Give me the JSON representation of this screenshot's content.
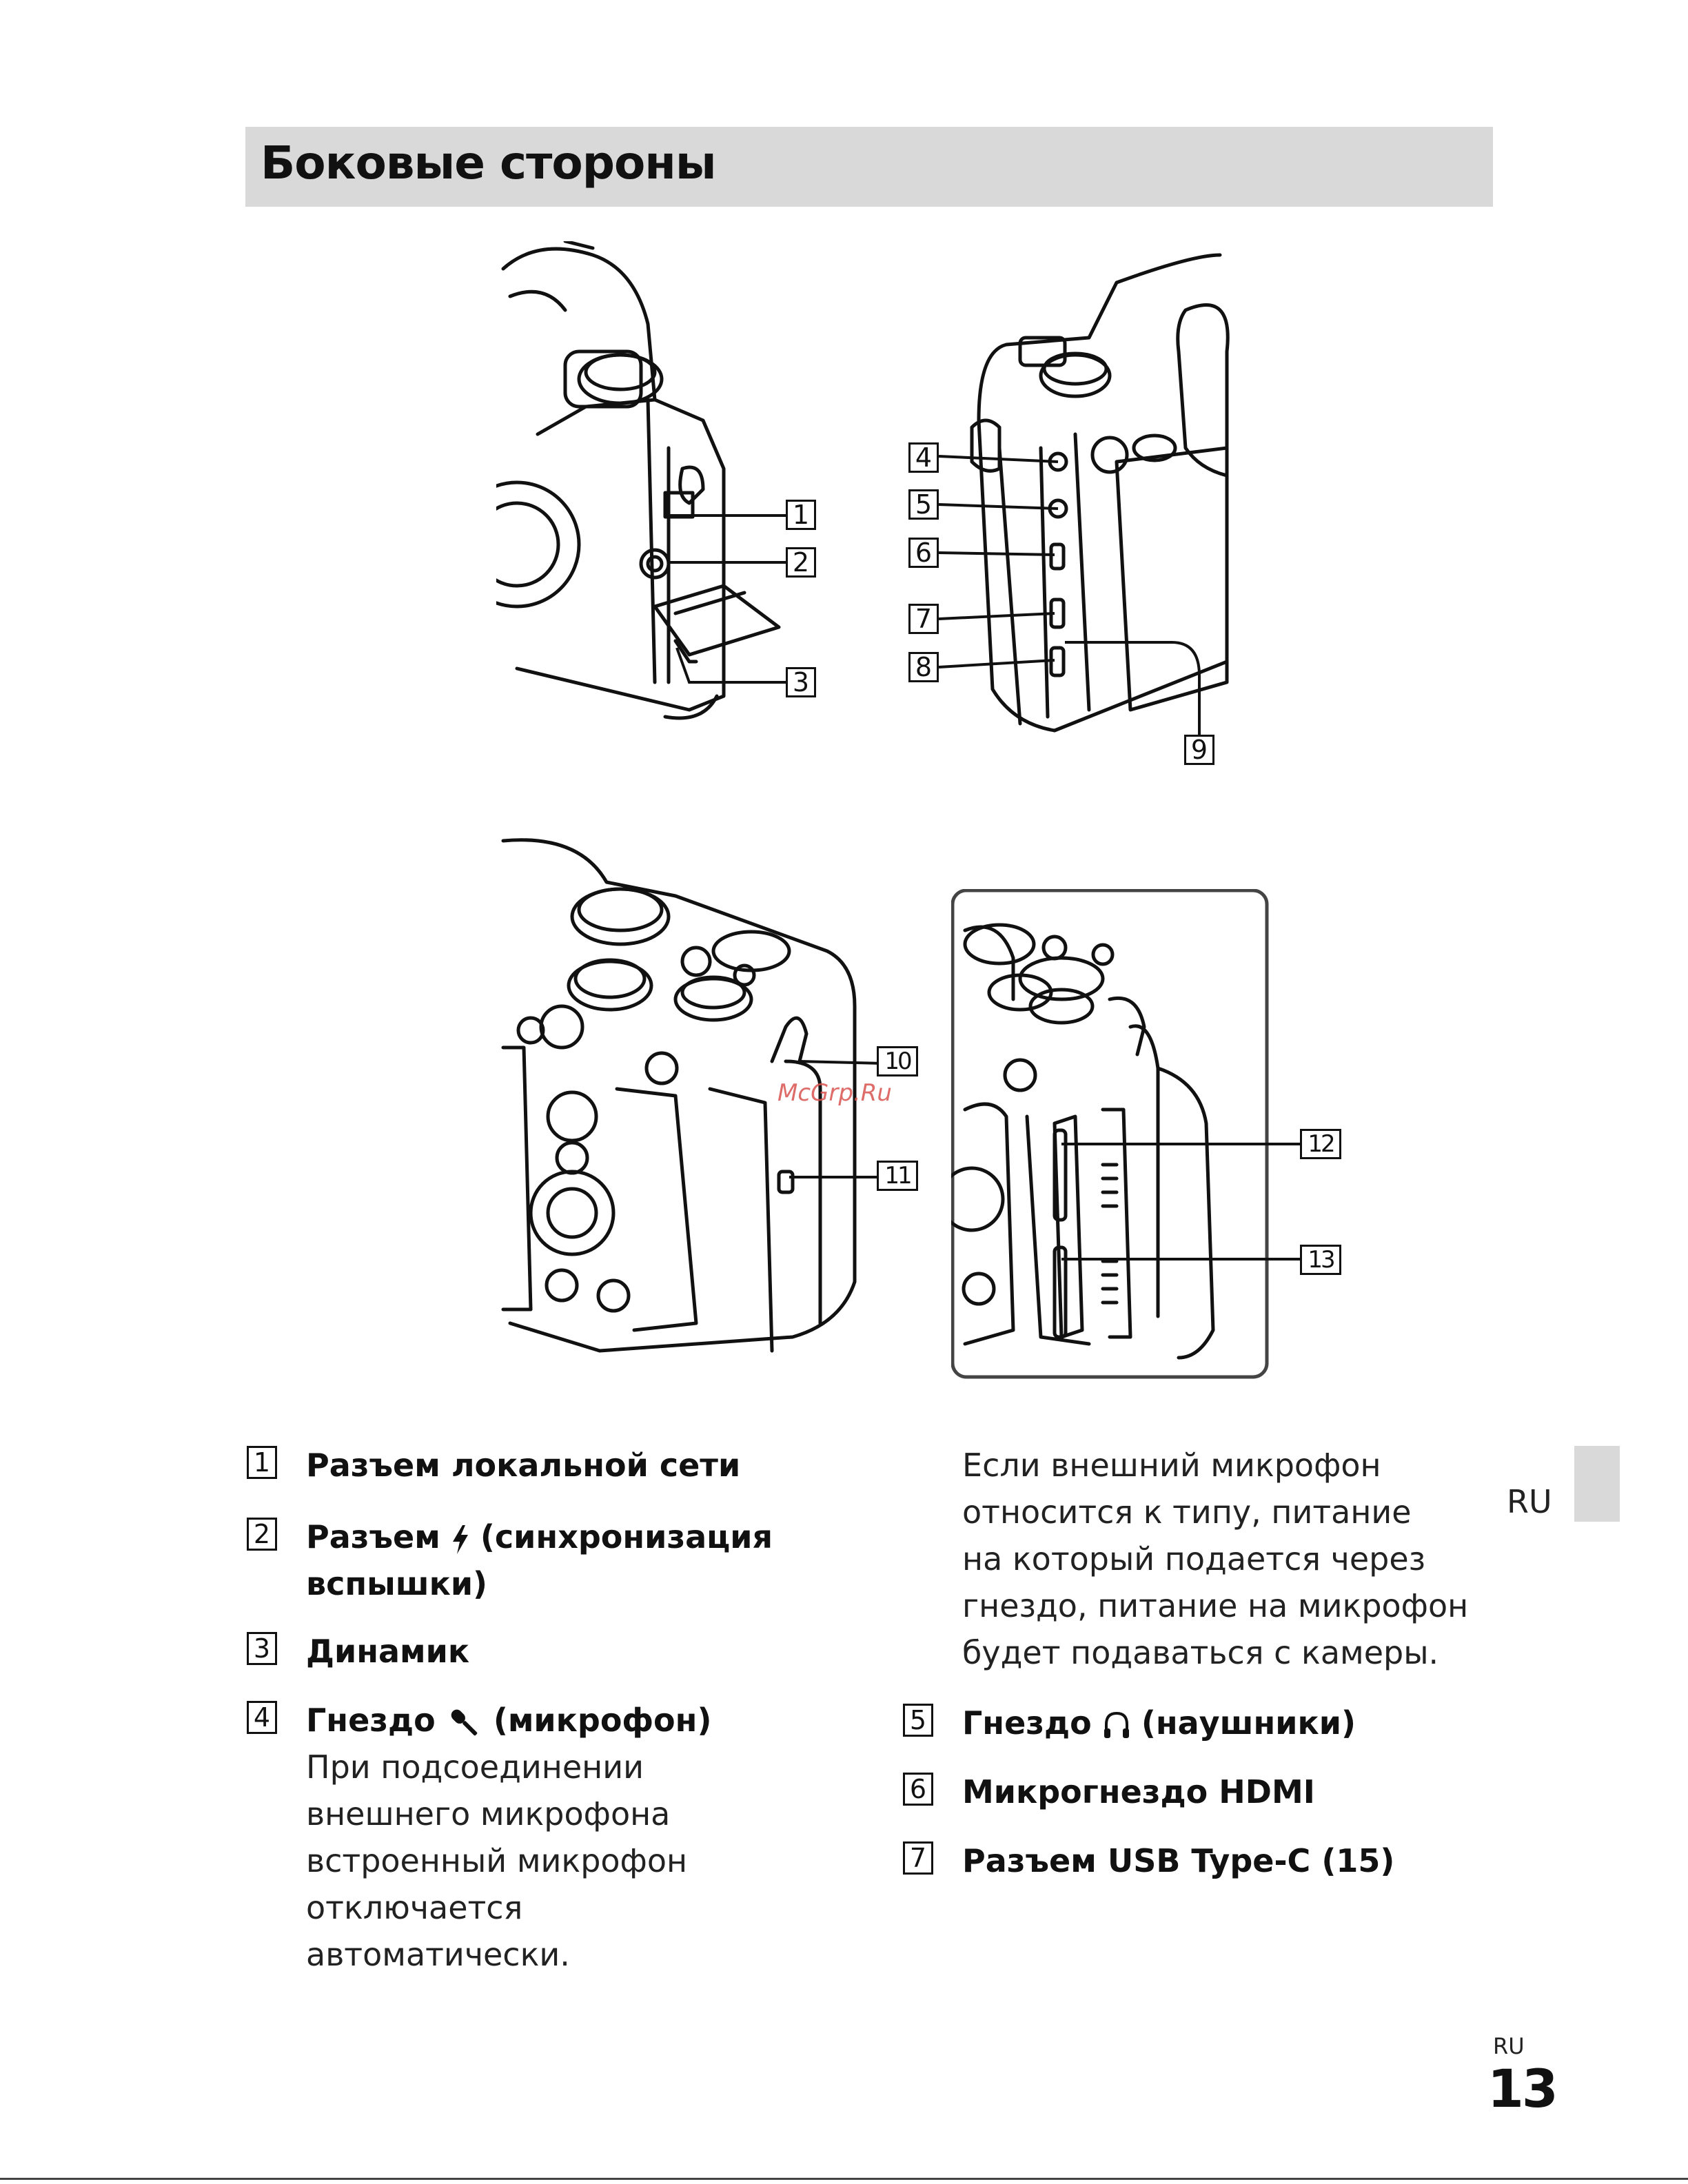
{
  "header": {
    "title": "Боковые стороны"
  },
  "figures": {
    "callouts": {
      "c1": "1",
      "c2": "2",
      "c3": "3",
      "c4": "4",
      "c5": "5",
      "c6": "6",
      "c7": "7",
      "c8": "8",
      "c9": "9",
      "c10": "10",
      "c11": "11",
      "c12": "12",
      "c13": "13"
    },
    "watermark": "McGrp.Ru"
  },
  "items": [
    {
      "num": "1",
      "label": "Разъем локальной сети"
    },
    {
      "num": "2",
      "label_before": "Разъем",
      "icon": "flash-sync-icon",
      "label_after": "(синхронизация",
      "label_line2": "вспышки)"
    },
    {
      "num": "3",
      "label": "Динамик"
    },
    {
      "num": "4",
      "label_before": "Гнездо",
      "icon": "microphone-icon",
      "label_after": "(микрофон)",
      "desc": "При подсоединении\nвнешнего микрофона\nвстроенный микрофон\nотключается автоматически."
    },
    {
      "num": "5",
      "label_before": "Гнездо",
      "icon": "headphones-icon",
      "label_after": "(наушники)"
    },
    {
      "num": "6",
      "label": "Микрогнездо HDMI"
    },
    {
      "num": "7",
      "label": "Разъем USB Type-C (15)"
    }
  ],
  "continuation": "Если внешний микрофон\nотносится к типу, питание\nна который подается через\nгнездо, питание на микрофон\nбудет подаваться с камеры.",
  "side_tab": {
    "lang": "RU"
  },
  "footer": {
    "lang": "RU",
    "page": "13"
  }
}
